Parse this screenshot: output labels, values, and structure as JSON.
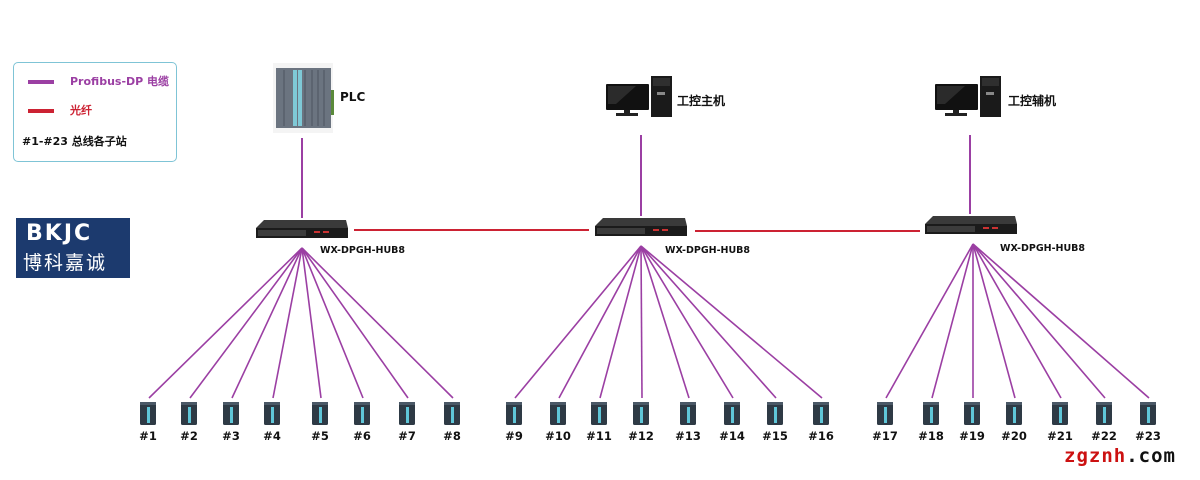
{
  "legend": {
    "items": [
      {
        "label": "Profibus-DP 电缆",
        "color": "#9b3fa3",
        "label_color": "#9b3fa3"
      },
      {
        "label": "光纤",
        "color": "#cc2233",
        "label_color": "#cc2233"
      },
      {
        "label": "#1-#23  总线各子站",
        "color": null,
        "label_color": "#111111"
      }
    ]
  },
  "logo": {
    "en": "BKJC",
    "cn": "博科嘉诚",
    "bg": "#1c3a6e"
  },
  "top_nodes": [
    {
      "label": "PLC",
      "type": "plc"
    },
    {
      "label": "工控主机",
      "type": "pc"
    },
    {
      "label": "工控辅机",
      "type": "pc"
    }
  ],
  "hubs": [
    {
      "label": "WX-DPGH-HUB8",
      "stations": [
        "#1",
        "#2",
        "#3",
        "#4",
        "#5",
        "#6",
        "#7",
        "#8"
      ]
    },
    {
      "label": "WX-DPGH-HUB8",
      "stations": [
        "#9",
        "#10",
        "#11",
        "#12",
        "#13",
        "#14",
        "#15",
        "#16"
      ]
    },
    {
      "label": "WX-DPGH-HUB8",
      "stations": [
        "#17",
        "#18",
        "#19",
        "#20",
        "#21",
        "#22",
        "#23"
      ]
    }
  ],
  "colors": {
    "profibus": "#9b3fa3",
    "fiber": "#cc2233"
  },
  "watermark": {
    "part1": "zgznh",
    "part2": ".com",
    "color1": "#cc1111",
    "color2": "#111111"
  }
}
